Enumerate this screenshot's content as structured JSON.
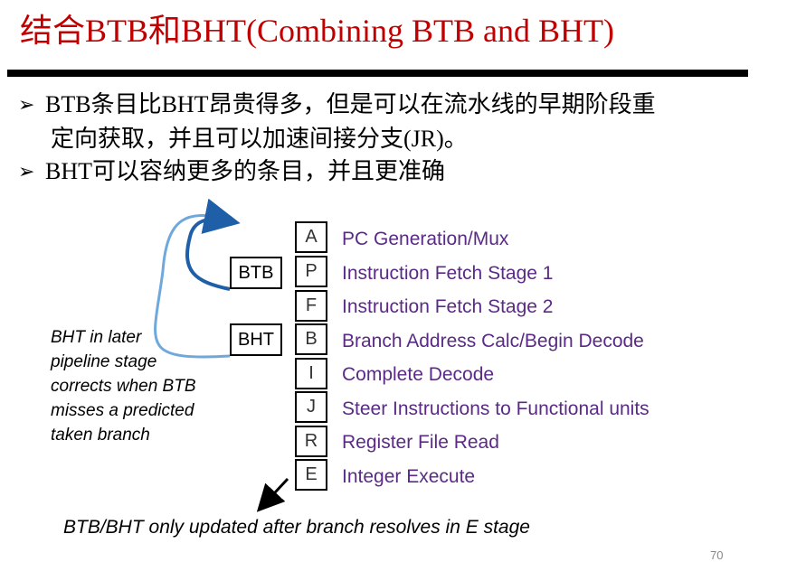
{
  "title": "结合BTB和BHT(Combining BTB and BHT)",
  "bullets": [
    {
      "marker": "➢",
      "line1": "BTB条目比BHT昂贵得多，但是可以在流水线的早期阶段重",
      "line2": "定向获取，并且可以加速间接分支(JR)。"
    },
    {
      "marker": "➢",
      "line1": "BHT可以容纳更多的条目，并且更准确"
    }
  ],
  "stages": [
    {
      "letter": "A",
      "label": "PC Generation/Mux"
    },
    {
      "letter": "P",
      "label": "Instruction Fetch Stage 1"
    },
    {
      "letter": "F",
      "label": "Instruction Fetch Stage 2"
    },
    {
      "letter": "B",
      "label": "Branch Address Calc/Begin Decode"
    },
    {
      "letter": "I",
      "label": "Complete Decode"
    },
    {
      "letter": "J",
      "label": "Steer Instructions to Functional units"
    },
    {
      "letter": "R",
      "label": "Register File Read"
    },
    {
      "letter": "E",
      "label": "Integer Execute"
    }
  ],
  "predictors": {
    "btb": "BTB",
    "bht": "BHT"
  },
  "note": "BHT in later pipeline stage corrects when BTB misses a predicted taken branch",
  "footnote": "BTB/BHT only updated after branch resolves in E stage",
  "page_number": "70",
  "colors": {
    "title": "#c00000",
    "stage_label": "#5a2a86",
    "btb_arrow": "#1f5fa8",
    "bht_arrow": "#6fa8dc"
  }
}
